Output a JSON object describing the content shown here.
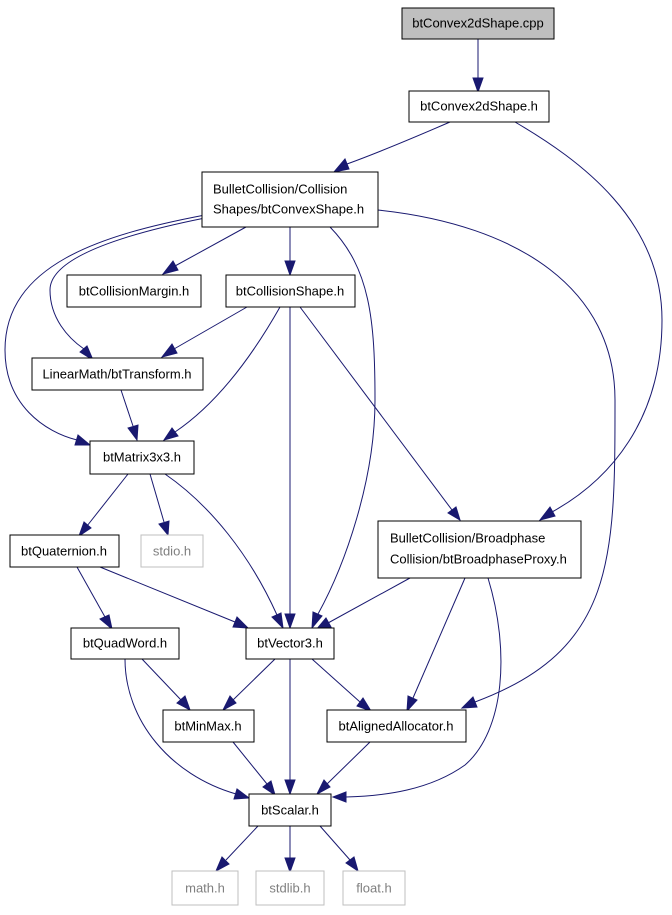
{
  "colors": {
    "edge": "#191970",
    "root_fill": "#bfbfbf",
    "system_border": "#bfbfbf",
    "system_text": "#7f7f7f"
  },
  "nodes": {
    "cpp": "btConvex2dShape.cpp",
    "convex2d_h": "btConvex2dShape.h",
    "convexshape_l1": "BulletCollision/Collision",
    "convexshape_l2": "Shapes/btConvexShape.h",
    "margin": "btCollisionMargin.h",
    "collisionshape": "btCollisionShape.h",
    "transform": "LinearMath/btTransform.h",
    "matrix": "btMatrix3x3.h",
    "quaternion": "btQuaternion.h",
    "stdio": "stdio.h",
    "proxy_l1": "BulletCollision/Broadphase",
    "proxy_l2": "Collision/btBroadphaseProxy.h",
    "quadword": "btQuadWord.h",
    "vector": "btVector3.h",
    "minmax": "btMinMax.h",
    "allocator": "btAlignedAllocator.h",
    "scalar": "btScalar.h",
    "math": "math.h",
    "stdlib": "stdlib.h",
    "float": "float.h"
  }
}
